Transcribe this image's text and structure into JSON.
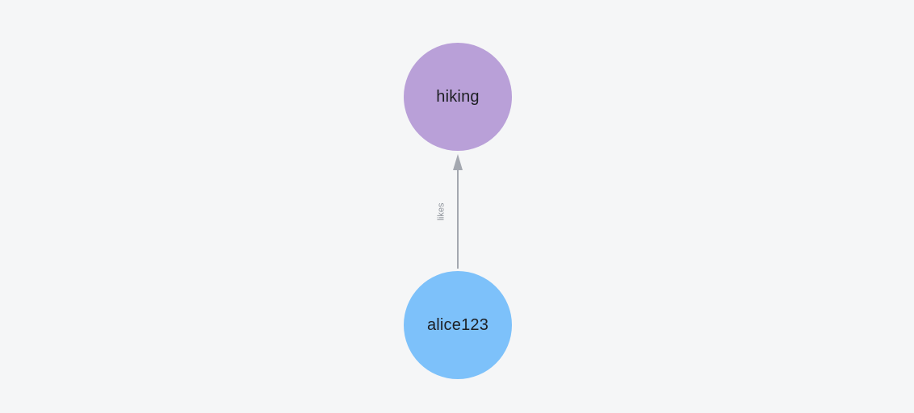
{
  "diagram": {
    "background": "#f5f6f7",
    "nodes": [
      {
        "id": "hiking",
        "label": "hiking",
        "fill": "#b9a0d8",
        "text_color": "#1d1f23"
      },
      {
        "id": "alice123",
        "label": "alice123",
        "fill": "#7dc1fa",
        "text_color": "#1d1f23"
      }
    ],
    "edges": [
      {
        "from": "alice123",
        "to": "hiking",
        "label": "likes",
        "line_color": "#a4a8b0",
        "label_color": "#8e939b"
      }
    ]
  }
}
